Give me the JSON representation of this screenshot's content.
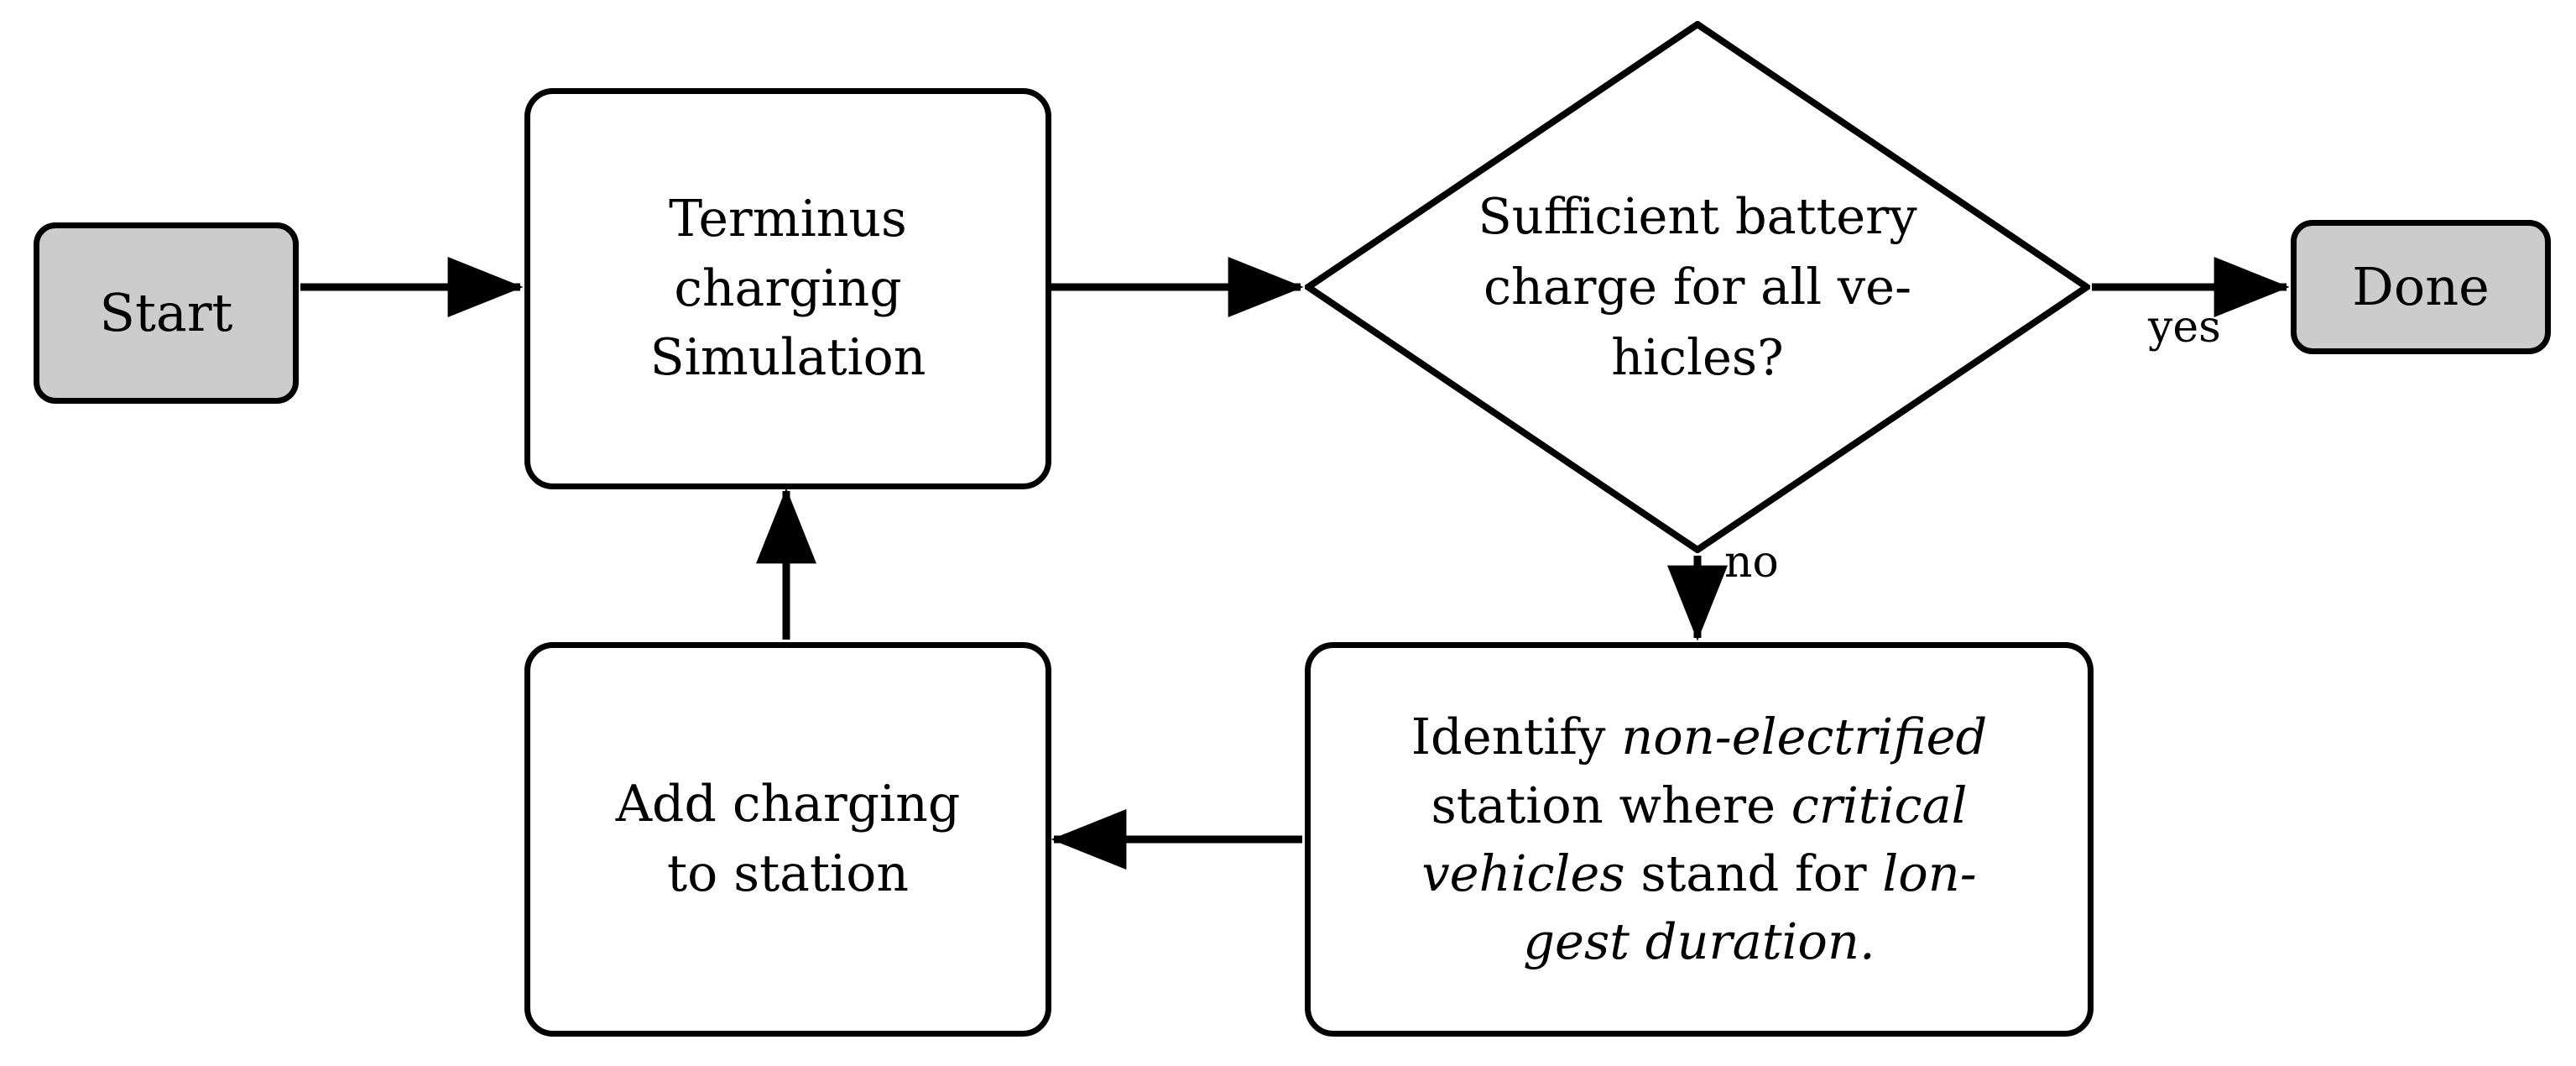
{
  "diagram": {
    "title": "Terminus charging simulation iterative flowchart",
    "colors": {
      "terminal_fill": "#cccccc",
      "process_fill": "#ffffff",
      "stroke": "#000000",
      "background": "#ffffff"
    },
    "nodes": {
      "start": {
        "label": "Start",
        "shape": "rounded-rectangle",
        "fill": "#cccccc"
      },
      "terminus_simulation": {
        "label": "Terminus charging Simulation",
        "lines": [
          "Terminus",
          "charging",
          "Simulation"
        ],
        "shape": "rounded-rectangle",
        "fill": "#ffffff"
      },
      "decision": {
        "label": "Sufficient battery charge for all vehicles?",
        "lines": [
          "Sufficient battery",
          "charge for all ve-",
          "hicles?"
        ],
        "shape": "diamond",
        "fill": "#ffffff"
      },
      "done": {
        "label": "Done",
        "shape": "rounded-rectangle",
        "fill": "#cccccc"
      },
      "identify_station": {
        "label": "Identify non-electrified station where critical vehicles stand for longest duration.",
        "segments": [
          {
            "text": "Identify ",
            "italic": false
          },
          {
            "text": "non-electrified",
            "italic": true
          },
          {
            "text": " station where ",
            "italic": false
          },
          {
            "text": "critical vehicles",
            "italic": true
          },
          {
            "text": " stand for ",
            "italic": false
          },
          {
            "text": "longest duration.",
            "italic": true
          }
        ],
        "lines": [
          "Identify non-electrified",
          "station where critical",
          "vehicles stand for lon-",
          "gest duration."
        ],
        "shape": "rounded-rectangle",
        "fill": "#ffffff"
      },
      "add_charging": {
        "label": "Add charging to station",
        "lines": [
          "Add charging",
          "to station"
        ],
        "shape": "rounded-rectangle",
        "fill": "#ffffff"
      }
    },
    "edges": [
      {
        "from": "start",
        "to": "terminus_simulation",
        "label": "",
        "direction": "right"
      },
      {
        "from": "terminus_simulation",
        "to": "decision",
        "label": "",
        "direction": "right"
      },
      {
        "from": "decision",
        "to": "done",
        "label": "yes",
        "direction": "right"
      },
      {
        "from": "decision",
        "to": "identify_station",
        "label": "no",
        "direction": "down"
      },
      {
        "from": "identify_station",
        "to": "add_charging",
        "label": "",
        "direction": "left"
      },
      {
        "from": "add_charging",
        "to": "terminus_simulation",
        "label": "",
        "direction": "up"
      }
    ],
    "edge_labels": {
      "yes": "yes",
      "no": "no"
    }
  }
}
